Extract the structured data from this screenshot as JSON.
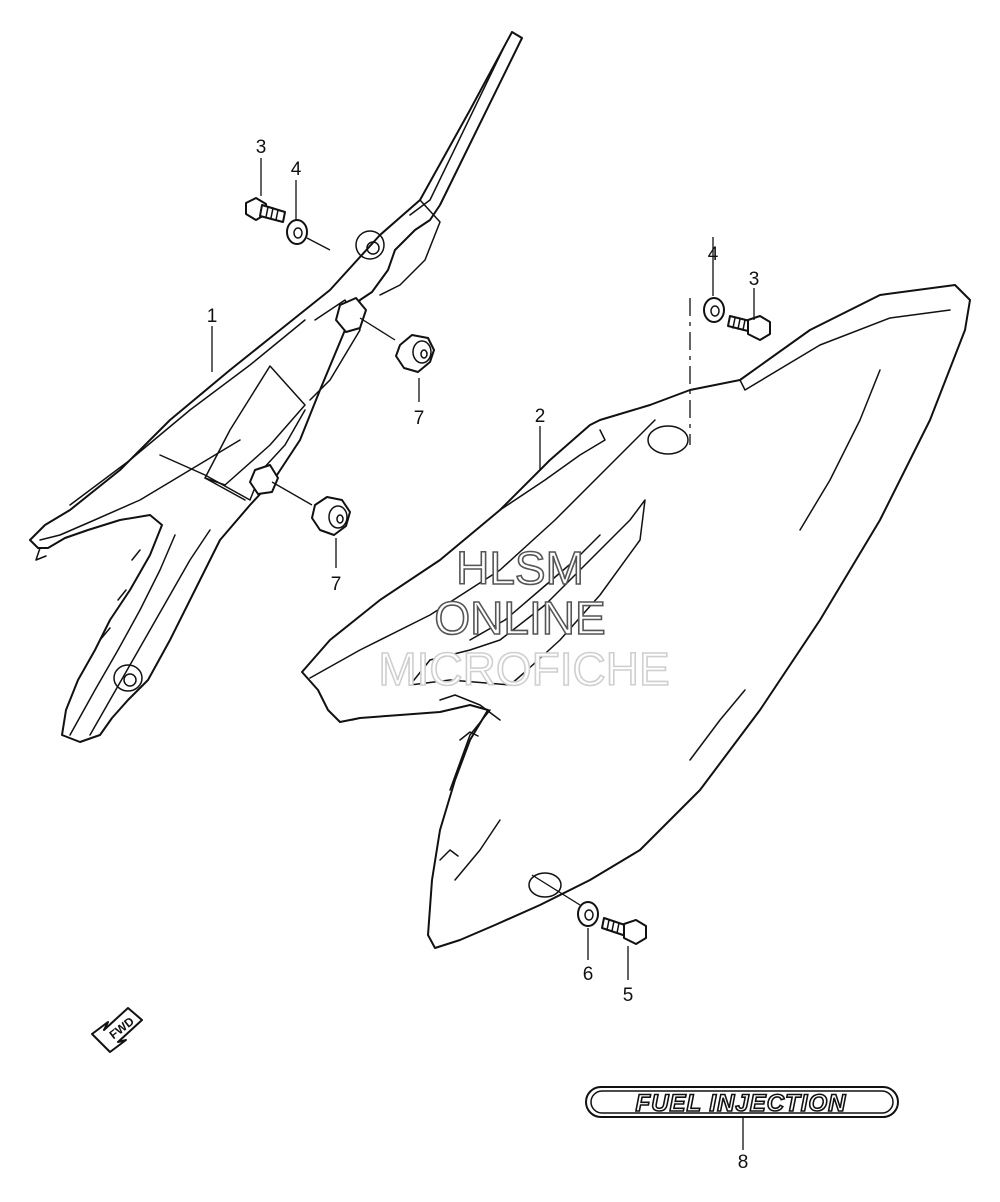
{
  "callouts": {
    "c1": "1",
    "c2": "2",
    "c3a": "3",
    "c4a": "4",
    "c4b": "4",
    "c3b": "3",
    "c7a": "7",
    "c7b": "7",
    "c6": "6",
    "c5": "5",
    "c8": "8"
  },
  "watermark": {
    "line1": "HLSM",
    "line2": "ONLINE",
    "line3": "MICROFICHE"
  },
  "decal": {
    "text": "FUEL INJECTION"
  },
  "fwd_arrow": {
    "text": "FWD"
  }
}
